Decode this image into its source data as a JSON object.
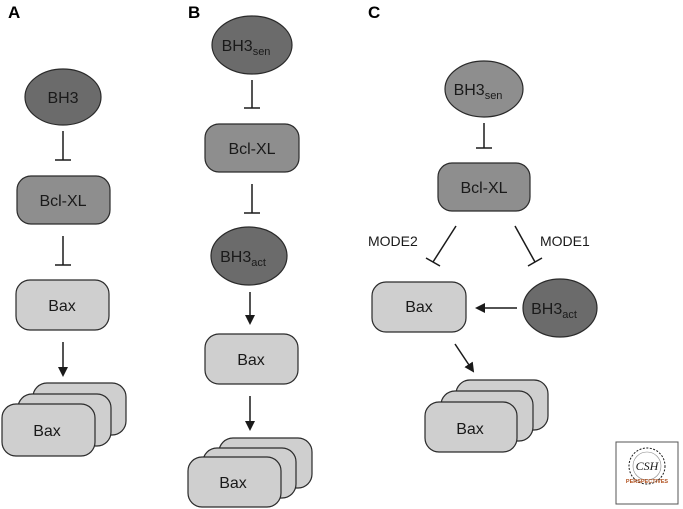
{
  "colors": {
    "dark_fill": "#6b6b6b",
    "mid_fill": "#8e8e8e",
    "light_fill": "#cfcfcf",
    "stroke": "#2a2a2a",
    "logo_accent": "#b0501e"
  },
  "panelA": {
    "letter": "A",
    "bh3": "BH3",
    "bclxl": "Bcl-XL",
    "bax": "Bax",
    "bax_oligomer": "Bax"
  },
  "panelB": {
    "letter": "B",
    "bh3sen_main": "BH3",
    "bh3sen_sub": "sen",
    "bclxl": "Bcl-XL",
    "bh3act_main": "BH3",
    "bh3act_sub": "act",
    "bax": "Bax",
    "bax_oligomer": "Bax"
  },
  "panelC": {
    "letter": "C",
    "bh3sen_main": "BH3",
    "bh3sen_sub": "sen",
    "bclxl": "Bcl-XL",
    "mode2": "MODE2",
    "mode1": "MODE1",
    "bax": "Bax",
    "bh3act_main": "BH3",
    "bh3act_sub": "act",
    "bax_oligomer": "Bax"
  },
  "logo": {
    "main": "CSH",
    "sub": "PERSPECTIVES",
    "icon": "helix-icon"
  }
}
